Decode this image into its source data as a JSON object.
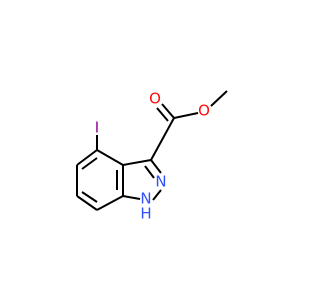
{
  "structure": {
    "atoms": [
      {
        "id": "I",
        "label": "I",
        "color": "#940094"
      },
      {
        "id": "O_carbonyl",
        "label": "O",
        "color": "#FF0D0D"
      },
      {
        "id": "O_ester",
        "label": "O",
        "color": "#FF0D0D"
      },
      {
        "id": "N2",
        "label": "N",
        "color": "#3050F8"
      },
      {
        "id": "N1",
        "label": "N",
        "color": "#3050F8"
      },
      {
        "id": "H_N1",
        "label": "H",
        "color": "#3050F8"
      }
    ],
    "bond_color": "#000000"
  }
}
